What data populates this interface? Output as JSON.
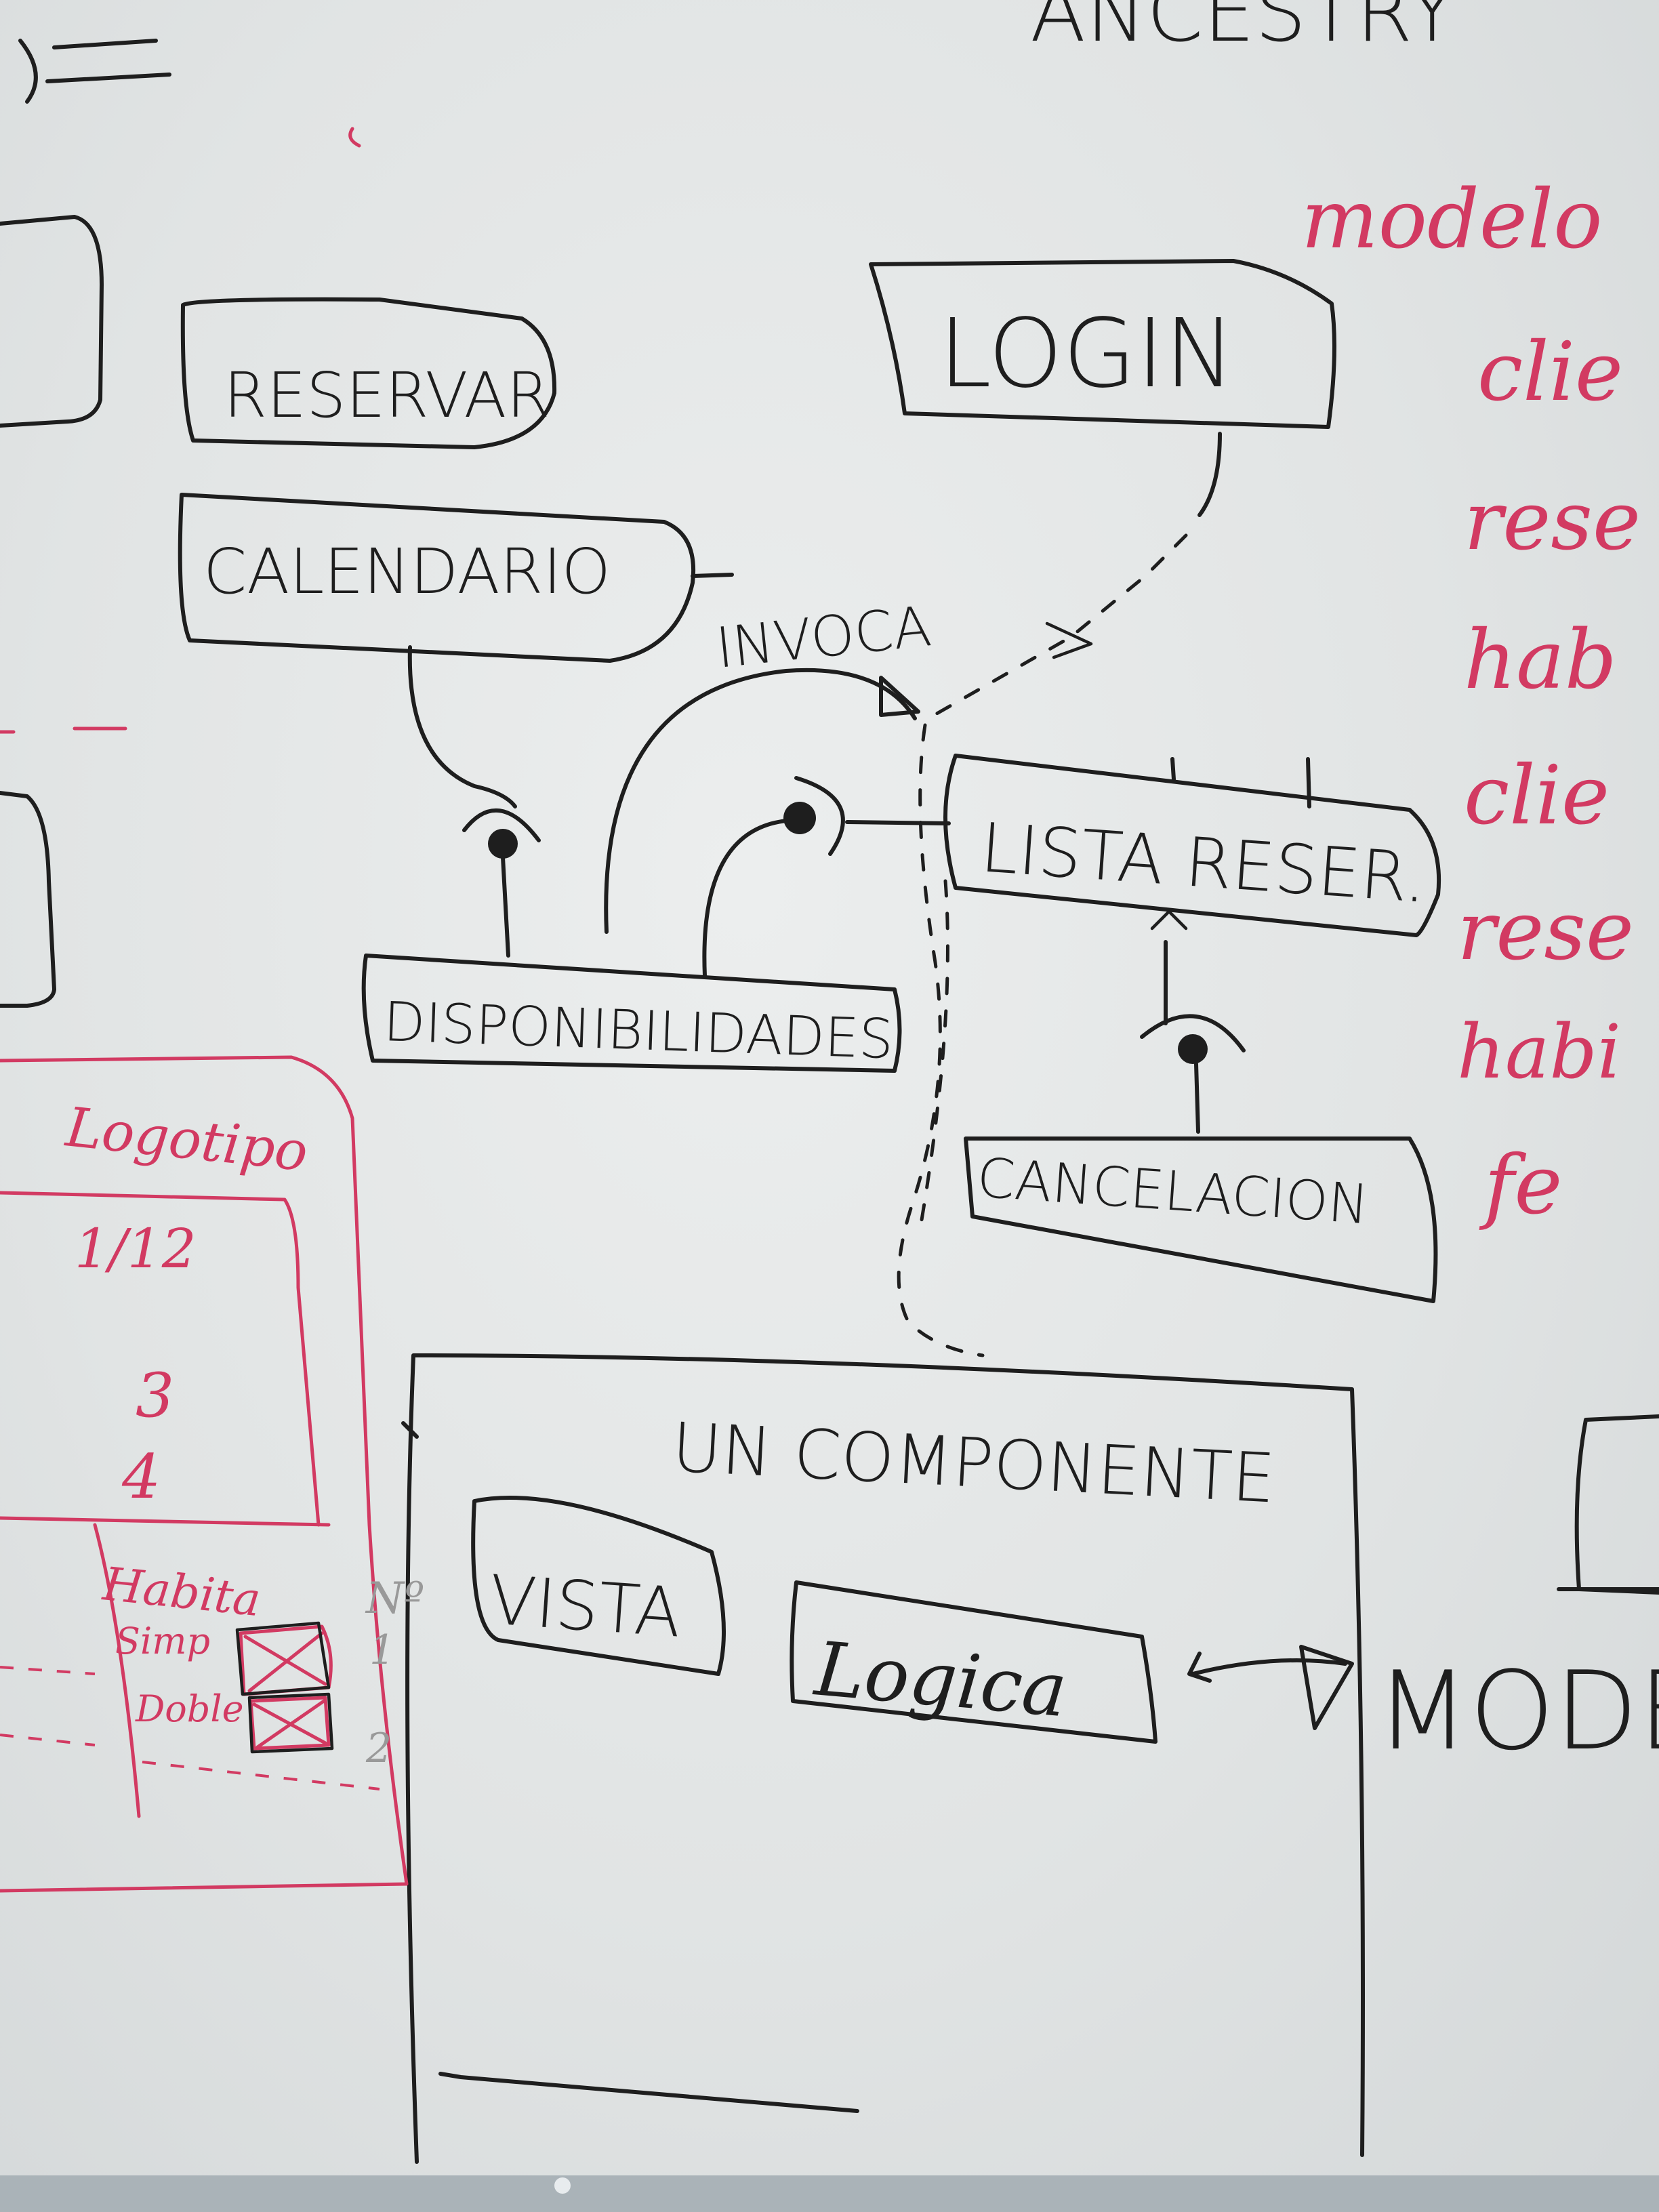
{
  "diagram": {
    "top_partial": "ANCESTRY",
    "components": {
      "reservar": "RESERVAR",
      "calendario": "CALENDARIO",
      "login": "LOGIN",
      "lista_reservas": "LISTA RESER.",
      "disponibilidades": "DISPONIBILIDADES",
      "cancelacion": "CANCELACION"
    },
    "relation_label": "INVOCA",
    "component_box": {
      "title": "UN COMPONENTE",
      "vista": "VISTA",
      "logica": "Logica",
      "modelo": "MODEL"
    }
  },
  "red_notes": {
    "list": [
      "modelo",
      "clie",
      "rese",
      "hab",
      "clie",
      "rese",
      "habi",
      "fe"
    ],
    "panel_title": "Logotipo",
    "panel_date": "1/12",
    "panel_nums": [
      "3",
      "4"
    ],
    "table_header": "Habita",
    "table_no": "Nº",
    "rows": [
      {
        "label": "Simp",
        "num": "1"
      },
      {
        "label": "Doble",
        "num": "2"
      }
    ]
  },
  "colors": {
    "ink": "#1e1e1e",
    "red_marker": "#d23a62",
    "board": "#e4e7e7"
  }
}
